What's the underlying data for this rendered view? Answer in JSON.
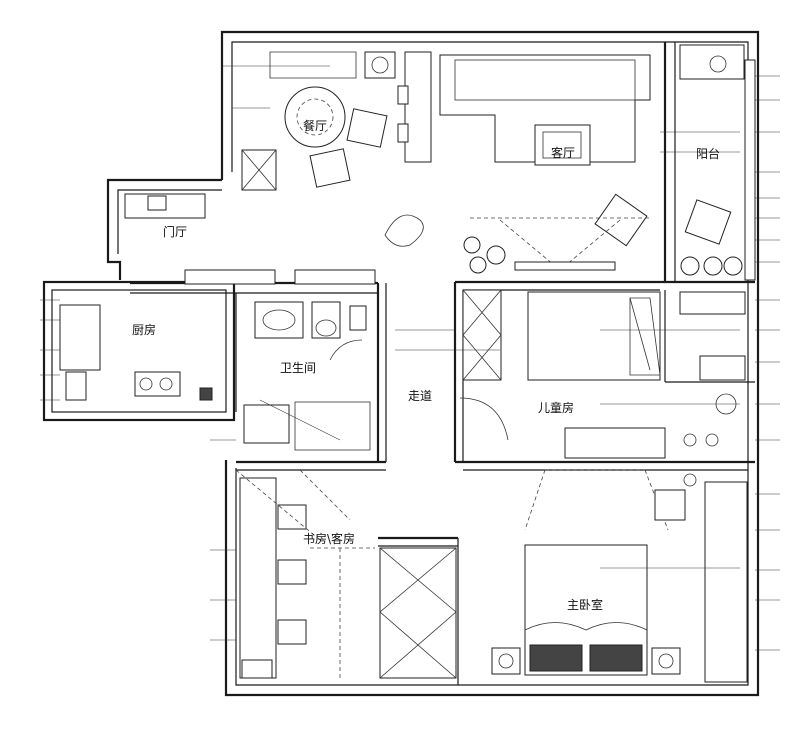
{
  "rooms": {
    "dining": "餐厅",
    "living": "客厅",
    "balcony": "阳台",
    "foyer": "门厅",
    "kitchen": "厨房",
    "bathroom": "卫生间",
    "corridor": "走道",
    "kids_room": "儿童房",
    "study_guest": "书房\\客房",
    "master_bedroom": "主卧室"
  }
}
